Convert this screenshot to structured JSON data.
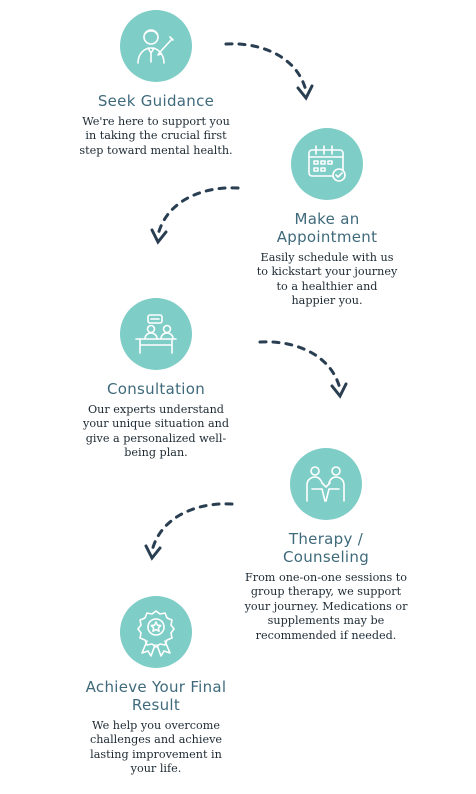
{
  "steps": [
    {
      "title": "Seek Guidance",
      "description": "We're here to support you in taking the crucial first step toward mental health.",
      "icon": "consultant-icon"
    },
    {
      "title": "Make an Appointment",
      "description": "Easily schedule with us to kickstart your journey to a healthier and happier you.",
      "icon": "calendar-check-icon"
    },
    {
      "title": "Consultation",
      "description": "Our experts understand your unique situation and give a personalized well-being plan.",
      "icon": "desk-conversation-icon"
    },
    {
      "title": "Therapy / Counseling",
      "description": "From one-on-one sessions to group therapy, we support your journey. Medications or supplements may be recommended if needed.",
      "icon": "therapy-session-icon"
    },
    {
      "title": "Achieve Your Final Result",
      "description": "We help you overcome challenges and achieve lasting improvement in your life.",
      "icon": "award-ribbon-icon"
    }
  ],
  "colors": {
    "accent": "#7fcdc7",
    "title": "#3f6a7c",
    "text": "#1d2a33",
    "arrow": "#2a3e52"
  }
}
